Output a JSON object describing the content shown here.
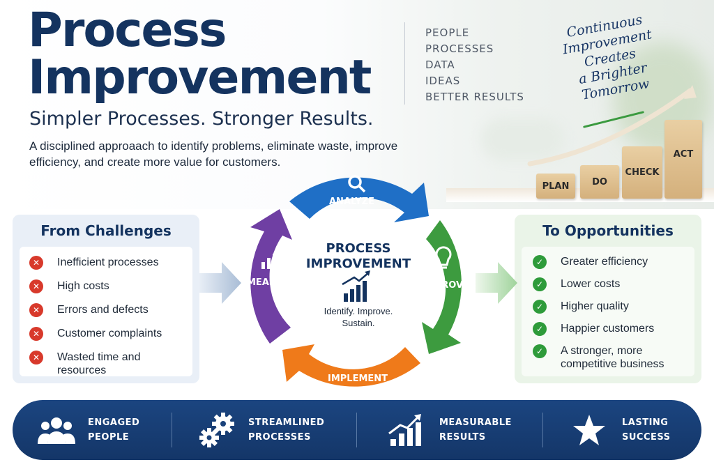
{
  "header": {
    "title_line1": "Process",
    "title_line2": "Improvement",
    "subtitle": "Simpler Processes. Stronger Results.",
    "description": "A disciplined approaach to identify problems, eliminate waste, improve efficiency, and create more value for customers."
  },
  "pillars": [
    "PEOPLE",
    "PROCESSES",
    "DATA",
    "IDEAS",
    "BETTER RESULTS"
  ],
  "script_text": [
    "Continuous",
    "Improvement",
    "Creates",
    "a Brighter",
    "Tomorrow"
  ],
  "pdca_blocks": [
    "PLAN",
    "DO",
    "CHECK",
    "ACT"
  ],
  "cycle": {
    "center_title": "PROCESS IMPROVEMENT",
    "center_subtitle": "Identify. Improve. Sustain.",
    "segments": {
      "analyze": "ANALYZE",
      "improve": "IMPROVE",
      "implement": "IMPLEMENT",
      "measure": "MEASURE"
    },
    "colors": {
      "analyze": "#1f6fc6",
      "improve": "#3d9b3f",
      "implement": "#ef7a1a",
      "measure": "#6f3fa3"
    }
  },
  "challenges": {
    "title": "From Challenges",
    "items": [
      "Inefficient processes",
      "High costs",
      "Errors and defects",
      "Customer complaints",
      "Wasted time and resources"
    ]
  },
  "opportunities": {
    "title": "To Opportunities",
    "items": [
      "Greater efficiency",
      "Lower costs",
      "Higher quality",
      "Happier customers",
      "A stronger, more competitive business"
    ]
  },
  "benefits": [
    {
      "line1": "ENGAGED",
      "line2": "PEOPLE",
      "icon": "people-icon"
    },
    {
      "line1": "STREAMLINED",
      "line2": "PROCESSES",
      "icon": "gears-icon"
    },
    {
      "line1": "MEASURABLE",
      "line2": "RESULTS",
      "icon": "bar-chart-icon"
    },
    {
      "line1": "LASTING",
      "line2": "SUCCESS",
      "icon": "star-icon"
    }
  ]
}
